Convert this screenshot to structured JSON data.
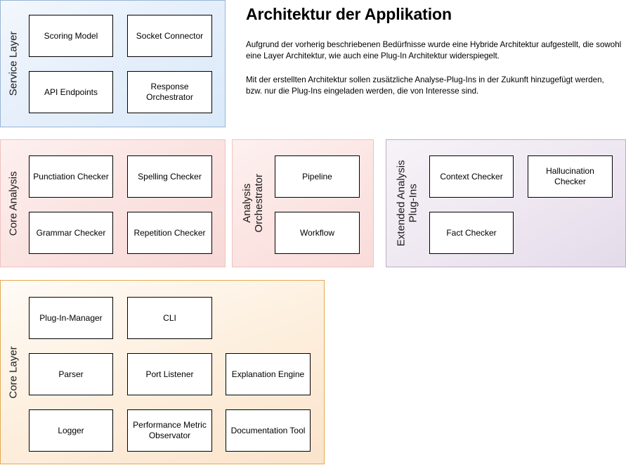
{
  "document": {
    "title": "Architektur der Applikation",
    "paragraphs": [
      "Aufgrund der vorherig beschriebenen Bedürfnisse wurde eine Hybride Architektur aufgestellt, die sowohl eine Layer Architektur, wie auch eine Plug-In Architektur widerspiegelt.",
      "Mit der erstellten Architektur sollen zusätzliche Analyse-Plug-Ins in der Zukunft hinzugefügt werden, bzw. nur die Plug-Ins eingeladen werden, die von Interesse sind."
    ]
  },
  "colors": {
    "service_layer_fill": "#e7f0fb",
    "service_layer_border": "#9ab4d4",
    "core_analysis_fill": "#fae2e0",
    "core_analysis_border": "#eec3c0",
    "analysis_orchestrator_fill": "#fbe4e2",
    "analysis_orchestrator_border": "#eec3c0",
    "extended_plugins_fill": "#eee7f1",
    "extended_plugins_border": "#b9aec8",
    "core_layer_fill": "#fdeedc",
    "core_layer_border": "#e3ab4f",
    "box_fill": "#ffffff",
    "box_border": "#000000",
    "text": "#000000"
  },
  "panels": {
    "service_layer": {
      "label": "Service Layer",
      "label_line1": "Service Layer",
      "label_line2": "",
      "boxes": [
        {
          "label": "Scoring Model"
        },
        {
          "label": "Socket Connector"
        },
        {
          "label": "API Endpoints"
        },
        {
          "label": "Response Orchestrator"
        }
      ]
    },
    "core_analysis": {
      "label": "Core Analysis",
      "label_line1": "Core Analysis",
      "label_line2": "",
      "boxes": [
        {
          "label": "Punctiation Checker"
        },
        {
          "label": "Spelling Checker"
        },
        {
          "label": "Grammar Checker"
        },
        {
          "label": "Repetition Checker"
        }
      ]
    },
    "analysis_orchestrator": {
      "label": "Analysis Orchestrator",
      "label_line1": "Analysis",
      "label_line2": "Orchestrator",
      "boxes": [
        {
          "label": "Pipeline"
        },
        {
          "label": "Workflow"
        }
      ]
    },
    "extended_plugins": {
      "label": "Extended Analysis Plug-Ins",
      "label_line1": "Extended Analysis",
      "label_line2": "Plug-Ins",
      "boxes": [
        {
          "label": "Context Checker"
        },
        {
          "label": "Hallucination Checker"
        },
        {
          "label": "Fact Checker"
        }
      ]
    },
    "core_layer": {
      "label": "Core Layer",
      "label_line1": "Core Layer",
      "label_line2": "",
      "boxes": [
        {
          "label": "Plug-In-Manager"
        },
        {
          "label": "CLI"
        },
        {
          "label": "Parser"
        },
        {
          "label": "Port Listener"
        },
        {
          "label": "Explanation Engine"
        },
        {
          "label": "Logger"
        },
        {
          "label": "Performance Metric Observator"
        },
        {
          "label": "Documentation Tool"
        }
      ]
    }
  }
}
